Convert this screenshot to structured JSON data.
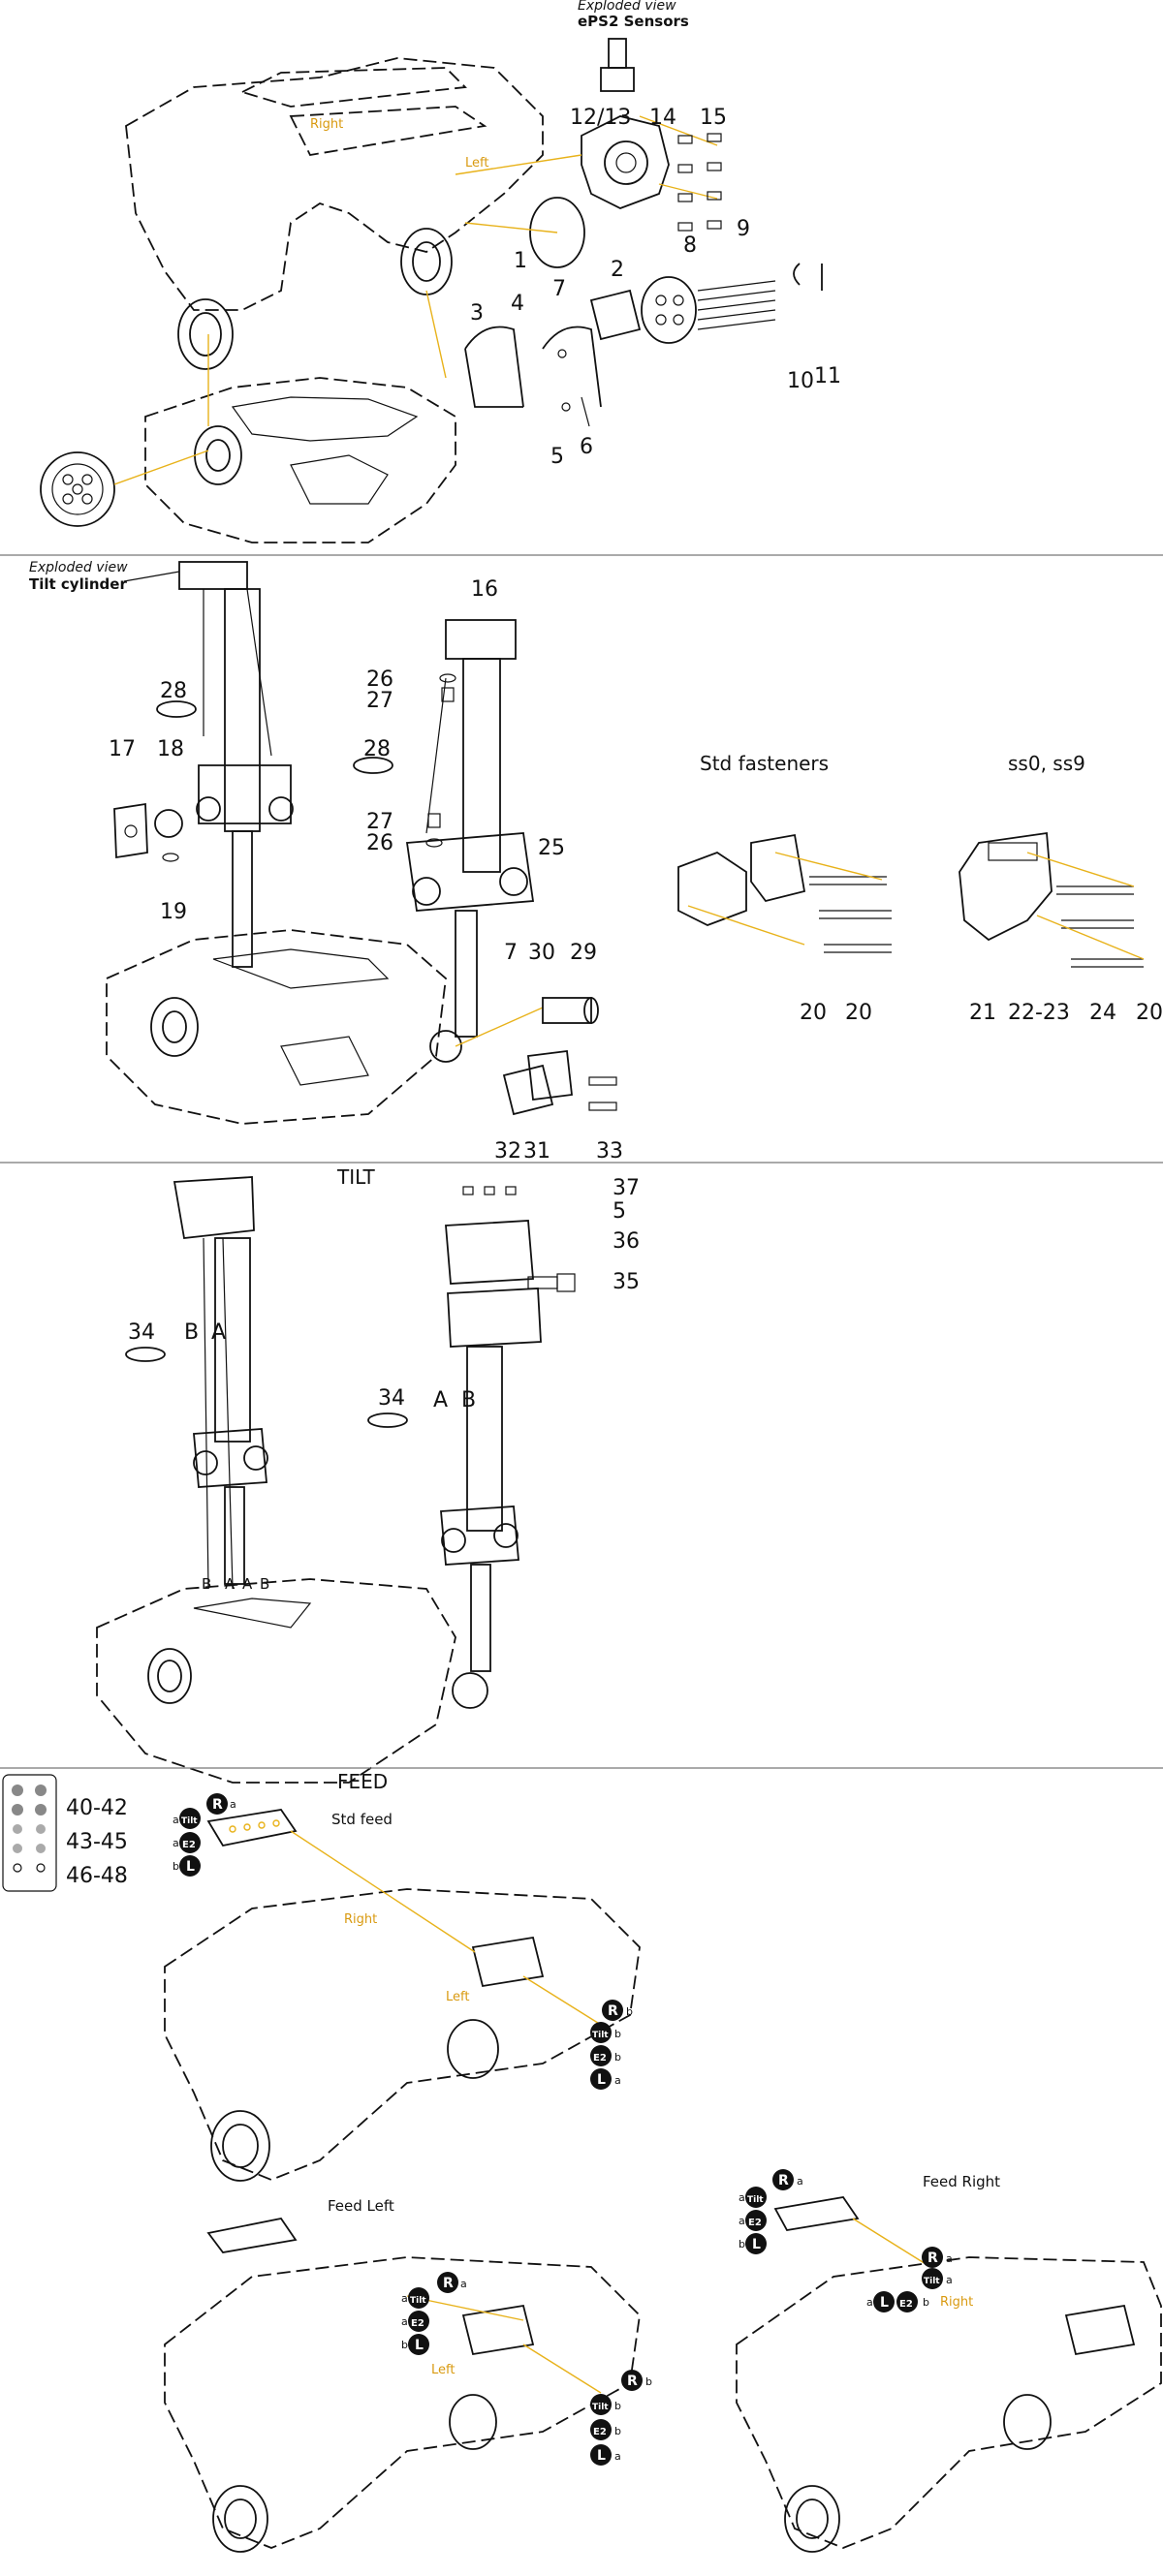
{
  "section1": {
    "view_caption": "Exploded view",
    "view_title": "ePS2 Sensors",
    "side_right": "Right",
    "side_left": "Left",
    "callouts": [
      "12/13",
      "14",
      "15",
      "1",
      "2",
      "8",
      "9",
      "3",
      "4",
      "7",
      "5",
      "6",
      "10",
      "11"
    ]
  },
  "section2": {
    "view_caption": "Exploded view",
    "view_title": "Tilt cylinder",
    "std_fasteners": "Std fasteners",
    "ss_label": "ss0, ss9",
    "callouts": [
      "16",
      "26",
      "27",
      "28",
      "28",
      "17",
      "18",
      "19",
      "27",
      "26",
      "25",
      "7",
      "30",
      "29",
      "32",
      "31",
      "33",
      "20",
      "20",
      "21",
      "22-23",
      "24",
      "20"
    ]
  },
  "section3": {
    "title": "TILT",
    "callouts": [
      "37",
      "5",
      "36",
      "35",
      "34",
      "34"
    ],
    "port_labels": [
      "B",
      "A",
      "A",
      "B",
      "B",
      "A",
      "A",
      "B"
    ]
  },
  "section4": {
    "title": "FEED",
    "std_feed": "Std feed",
    "feed_left": "Feed Left",
    "feed_right": "Feed Right",
    "side_right": "Right",
    "side_left": "Left",
    "legend": [
      "40-42",
      "43-45",
      "46-48"
    ],
    "badges": {
      "r": "R",
      "tilt": "Tilt",
      "e2": "E2",
      "l": "L",
      "a": "a",
      "b": "b"
    }
  }
}
